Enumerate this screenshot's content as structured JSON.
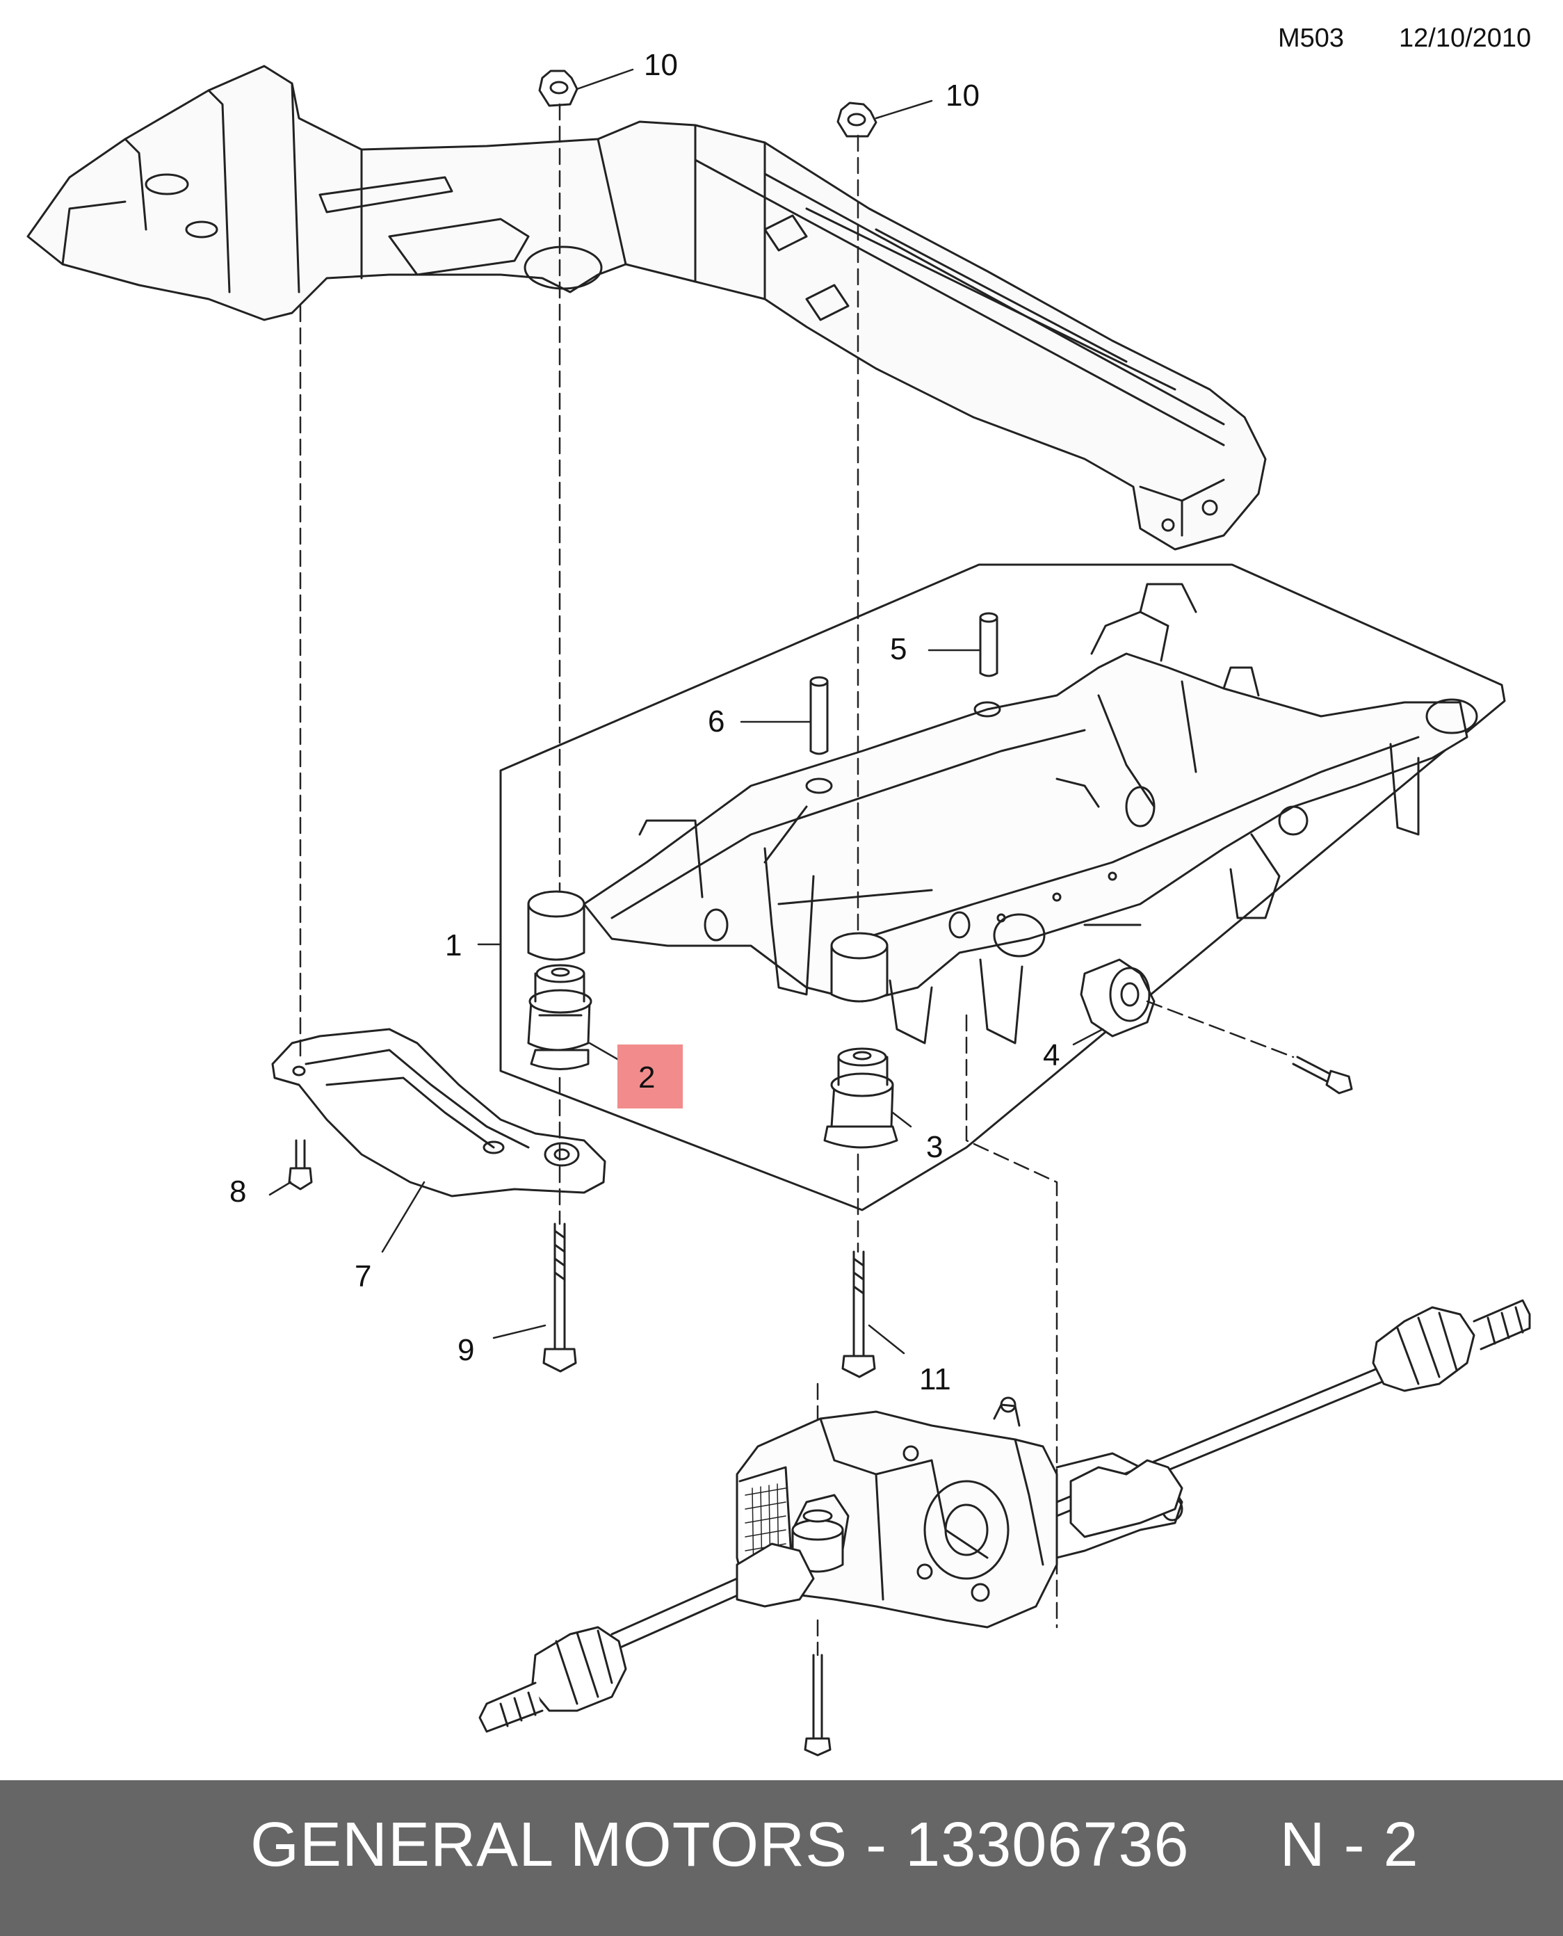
{
  "header": {
    "code": "M503",
    "date": "12/10/2010"
  },
  "callouts": [
    "1",
    "2",
    "3",
    "4",
    "5",
    "6",
    "7",
    "8",
    "9",
    "10",
    "10",
    "11"
  ],
  "highlight": {
    "label": "2",
    "color": "#f28c8c"
  },
  "footer": {
    "text": "GENERAL MOTORS - 13306736     N - 2",
    "background": "#666666"
  }
}
